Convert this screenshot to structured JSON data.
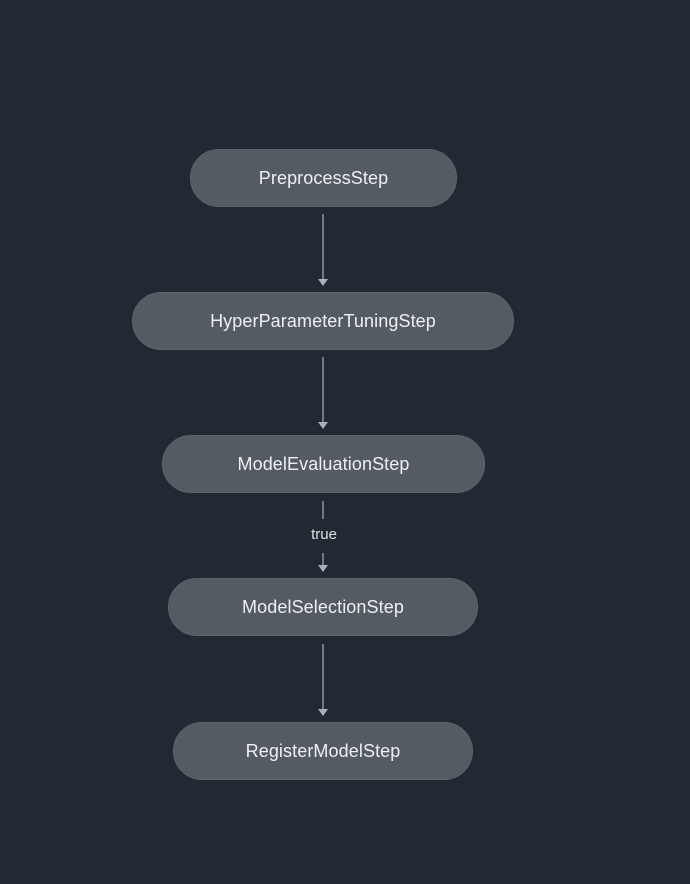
{
  "nodes": [
    {
      "id": "preprocess",
      "label": "PreprocessStep"
    },
    {
      "id": "hpo",
      "label": "HyperParameterTuningStep"
    },
    {
      "id": "evaluation",
      "label": "ModelEvaluationStep"
    },
    {
      "id": "selection",
      "label": "ModelSelectionStep"
    },
    {
      "id": "register",
      "label": "RegisterModelStep"
    }
  ],
  "edges": [
    {
      "from": "preprocess",
      "to": "hpo",
      "label": ""
    },
    {
      "from": "hpo",
      "to": "evaluation",
      "label": ""
    },
    {
      "from": "evaluation",
      "to": "selection",
      "label": "true"
    },
    {
      "from": "selection",
      "to": "register",
      "label": ""
    }
  ],
  "colors": {
    "background": "#212a33",
    "node_fill": "#545b62",
    "node_text": "#eef0f2",
    "edge": "#aab1b8"
  }
}
